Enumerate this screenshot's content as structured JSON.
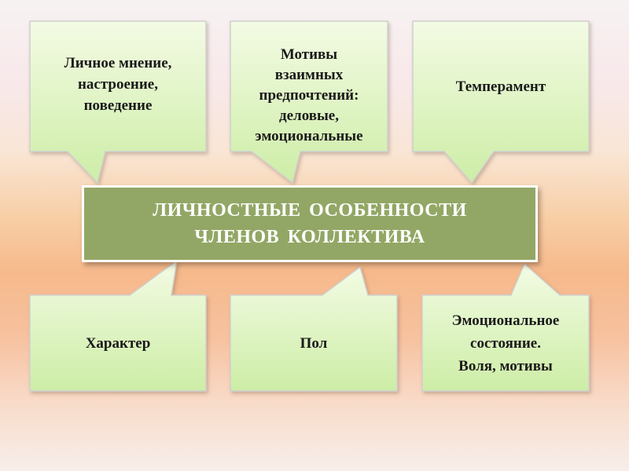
{
  "center_title": "ЛИЧНОСТНЫЕ  ОСОБЕННОСТИ\nЧЛЕНОВ  КОЛЛЕКТИВА",
  "boxes": [
    {
      "text": "Личное мнение,\nнастроение,\nповедение"
    },
    {
      "text": "Мотивы\nвзаимных\nпредпочтений:\nделовые,\nэмоциональные"
    },
    {
      "text": "Темперамент"
    },
    {
      "text": "Характер"
    },
    {
      "text": "Пол"
    },
    {
      "text": "Эмоциональное\nсостояние.\nВоля, мотивы"
    }
  ],
  "colors": {
    "callout_fill_top": "#f3fbe4",
    "callout_fill_bottom": "#cfeea9",
    "callout_stroke": "#c9c9c9",
    "center_fill": "#92a765",
    "center_text": "#ffffff"
  }
}
